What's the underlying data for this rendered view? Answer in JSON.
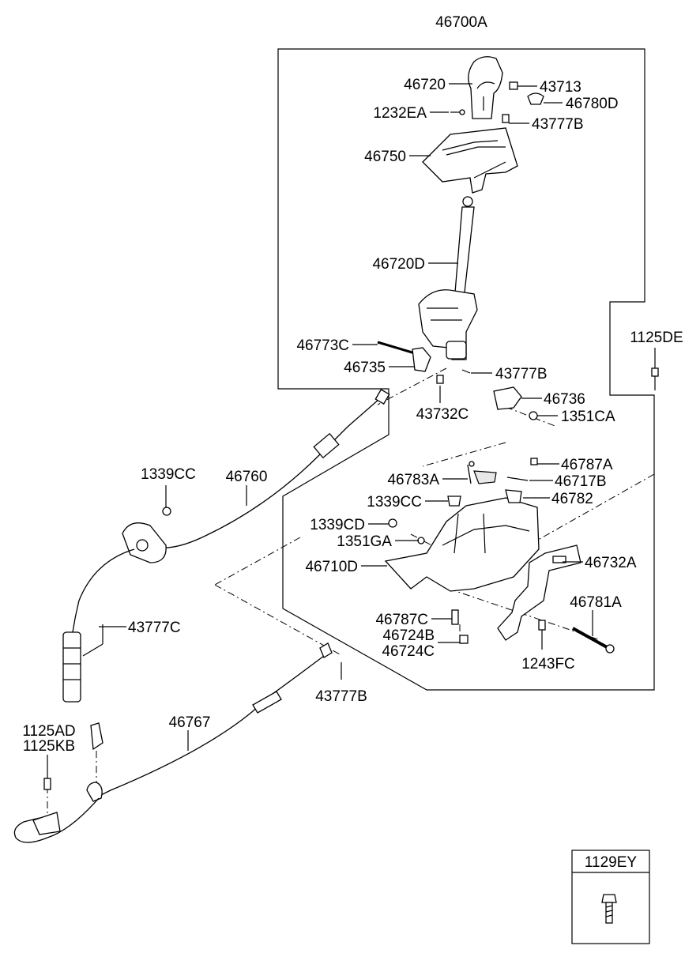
{
  "assembly": "46700A",
  "labels": {
    "shift_knob": "46720",
    "knob_spring": "43713",
    "knob_button": "46780D",
    "knob_screw": "1232EA",
    "indicator_clip": "43777B",
    "indicator_cover": "46750",
    "lever": "46720D",
    "lever_pin": "46773C",
    "detent_spring": "46735",
    "pin_clip": "43777B",
    "spring_small": "43732C",
    "bracket_bolt": "1125DE",
    "bracket_46736": "46736",
    "nut_1351CA": "1351CA",
    "screw_46787A": "46787A",
    "switch_46783A": "46783A",
    "wire_46717B": "46717B",
    "clip_46782": "46782",
    "bushing_1339CC_a": "1339CC",
    "cable_46760": "46760",
    "bushing_1339CC_b": "1339CC",
    "nut_1339CD": "1339CD",
    "washer_1351GA": "1351GA",
    "base_46710D": "46710D",
    "plate_46732A": "46732A",
    "cable_clip_43777C": "43777C",
    "bolt_46787C": "46787C",
    "bushing_46724B": "46724B",
    "bushing_46724C": "46724C",
    "bolt_46781A": "46781A",
    "screw_1243FC": "1243FC",
    "clip_43777B_bottom": "43777B",
    "cable_46767": "46767",
    "bolt_1125AD": "1125AD",
    "bolt_1125KB": "1125KB"
  },
  "legend_box": {
    "code": "1129EY"
  }
}
